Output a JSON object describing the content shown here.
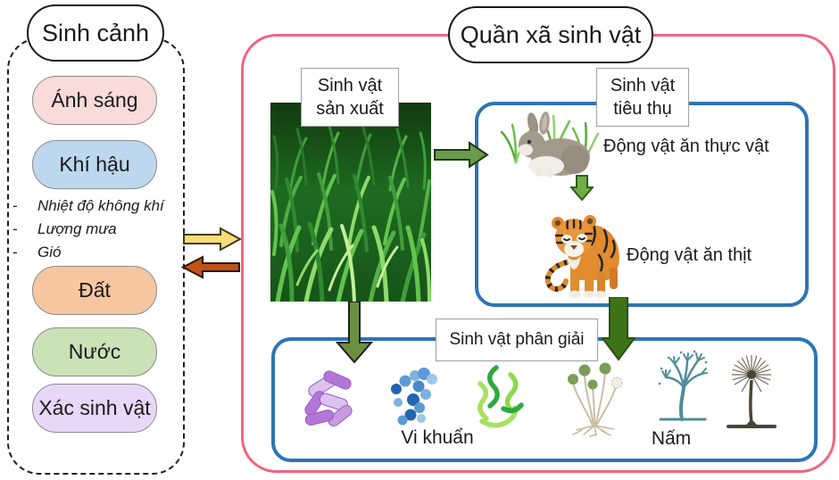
{
  "habitat": {
    "title": "Sinh cảnh",
    "bullet": "-",
    "factors": [
      {
        "label": "Ánh sáng",
        "color": "#F9DBD9"
      },
      {
        "label": "Khí hậu",
        "color": "#BDD7EE"
      },
      {
        "label": "Đất",
        "color": "#F5C69F"
      },
      {
        "label": "Nước",
        "color": "#C9E2B6"
      },
      {
        "label": "Xác sinh vật",
        "color": "#E9D7F8"
      }
    ],
    "climate_details": [
      "Nhiệt độ không khí",
      "Lượng mưa",
      "Gió"
    ]
  },
  "community": {
    "title": "Quần xã sinh vật",
    "groups": {
      "producer": "Sinh vật sản xuất",
      "consumer": "Sinh vật tiêu thụ",
      "decomposer": "Sinh vật phân giải"
    },
    "organisms": {
      "herbivore": "Động vật ăn thực vật",
      "carnivore": "Động vật ăn thịt",
      "bacteria": "Vi khuẩn",
      "fungi": "Nấm"
    }
  },
  "colors": {
    "habitat_panel_border": "#1F1F1F",
    "community_panel_border": "#F2637E",
    "group_box_border": "#2E74B5",
    "habitat_to_community_arrow": "#FBDD74",
    "community_to_habitat_arrow": "#C05316",
    "food_chain_arrow_green": "#6B9B4B"
  },
  "icons": [
    "grass-photo",
    "rabbit-icon",
    "tiger-icon",
    "bacteria-rods-icon",
    "bacteria-cocci-icon",
    "bacteria-spirilla-icon",
    "mold-icon",
    "penicillium-icon",
    "aspergillus-icon",
    "yellow-right-arrow-icon",
    "brick-left-arrow-icon",
    "green-right-arrow-icon",
    "green-down-arrow-icon"
  ]
}
